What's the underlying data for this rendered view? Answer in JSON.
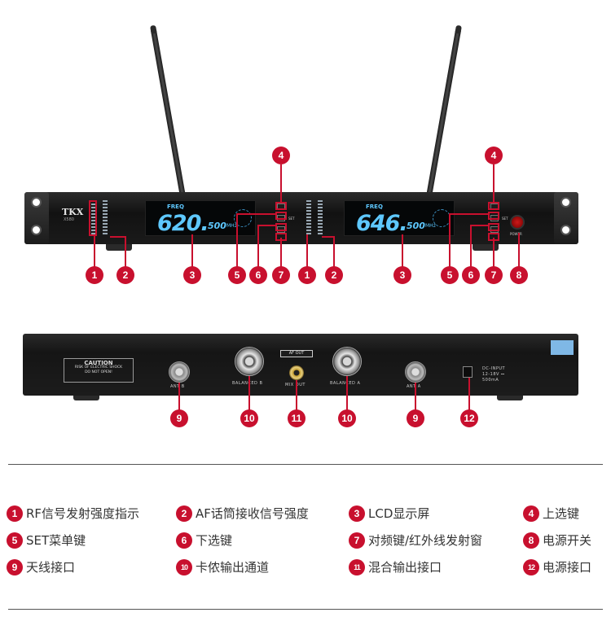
{
  "front": {
    "brand": "TKX",
    "model": "X580",
    "left_display": {
      "label": "FREQ",
      "main": "620.",
      "sub": "500",
      "unit": "MHz"
    },
    "right_display": {
      "label": "FREQ",
      "main": "646.",
      "sub": "500",
      "unit": "MHz"
    },
    "set_label": "SET",
    "power_label": "POWER"
  },
  "back": {
    "caution_title": "CAUTION",
    "caution_line1": "RISK OF ELECTRIC SHOCK",
    "caution_line2": "DO NOT OPEN!",
    "ant_b": "ANT B",
    "ant_a": "ANT A",
    "balanced_b": "BALANCED B",
    "balanced_a": "BALANCED A",
    "af_out": "AF OUT",
    "mix_out": "MIX OUT",
    "dc_input": "DC-INPUT",
    "dc_spec1": "12-18V ⎓",
    "dc_spec2": "500mA"
  },
  "markers": {
    "m1": "1",
    "m2": "2",
    "m3": "3",
    "m4": "4",
    "m5": "5",
    "m6": "6",
    "m7": "7",
    "m8": "8",
    "m9": "9",
    "m10": "10",
    "m11": "11",
    "m12": "12"
  },
  "legend": [
    {
      "num": "1",
      "text": "RF信号发射强度指示"
    },
    {
      "num": "2",
      "text": "AF话筒接收信号强度"
    },
    {
      "num": "3",
      "text": "LCD显示屏"
    },
    {
      "num": "4",
      "text": "上选键"
    },
    {
      "num": "5",
      "text": "SET菜单键"
    },
    {
      "num": "6",
      "text": "下选键"
    },
    {
      "num": "7",
      "text": "对频键/红外线发射窗"
    },
    {
      "num": "8",
      "text": "电源开关"
    },
    {
      "num": "9",
      "text": "天线接口"
    },
    {
      "num": "10",
      "text": "卡侬输出通道"
    },
    {
      "num": "11",
      "text": "混合输出接口"
    },
    {
      "num": "12",
      "text": "电源接口"
    }
  ],
  "colors": {
    "accent": "#c8102e",
    "lcd": "#5ec8ff"
  }
}
